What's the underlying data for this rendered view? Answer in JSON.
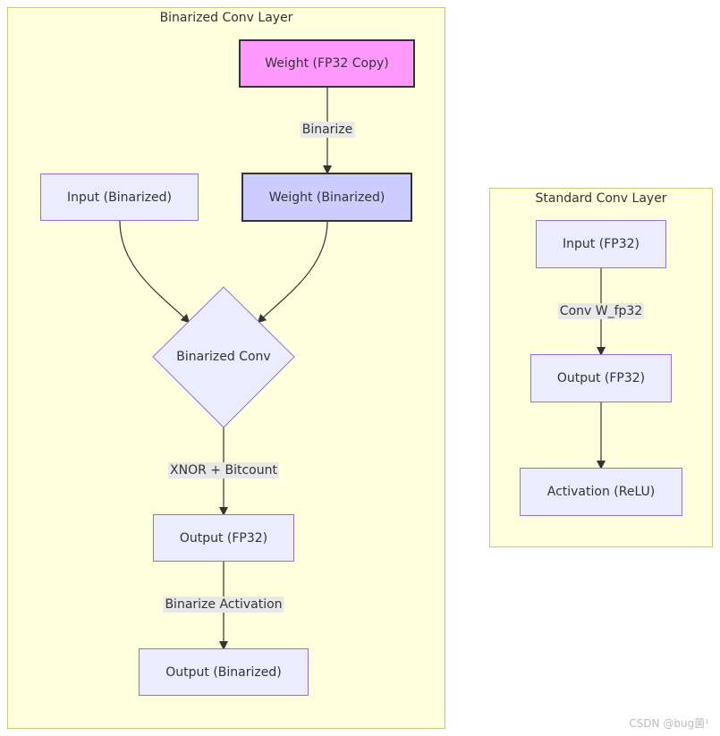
{
  "clusters": {
    "binarized": {
      "title": "Binarized Conv Layer"
    },
    "standard": {
      "title": "Standard Conv Layer"
    }
  },
  "nodes": {
    "weight_fp32": "Weight (FP32 Copy)",
    "weight_bin": "Weight (Binarized)",
    "input_bin": "Input (Binarized)",
    "binarized_conv": "Binarized Conv",
    "output_fp32_bin": "Output (FP32)",
    "output_bin": "Output (Binarized)",
    "input_fp32": "Input (FP32)",
    "output_fp32_std": "Output (FP32)",
    "activation_relu": "Activation (ReLU)"
  },
  "edges": {
    "binarize": "Binarize",
    "xnor": "XNOR + Bitcount",
    "binarize_activation": "Binarize Activation",
    "conv_w": "Conv W_fp32"
  },
  "watermark": "CSDN @bug菌¹",
  "colors": {
    "cluster_fill": "#ffffde",
    "node_fill": "#ececff",
    "node_border": "#9370db",
    "weight_fp32_fill": "#ff99ff",
    "weight_bin_fill": "#ccccff"
  }
}
